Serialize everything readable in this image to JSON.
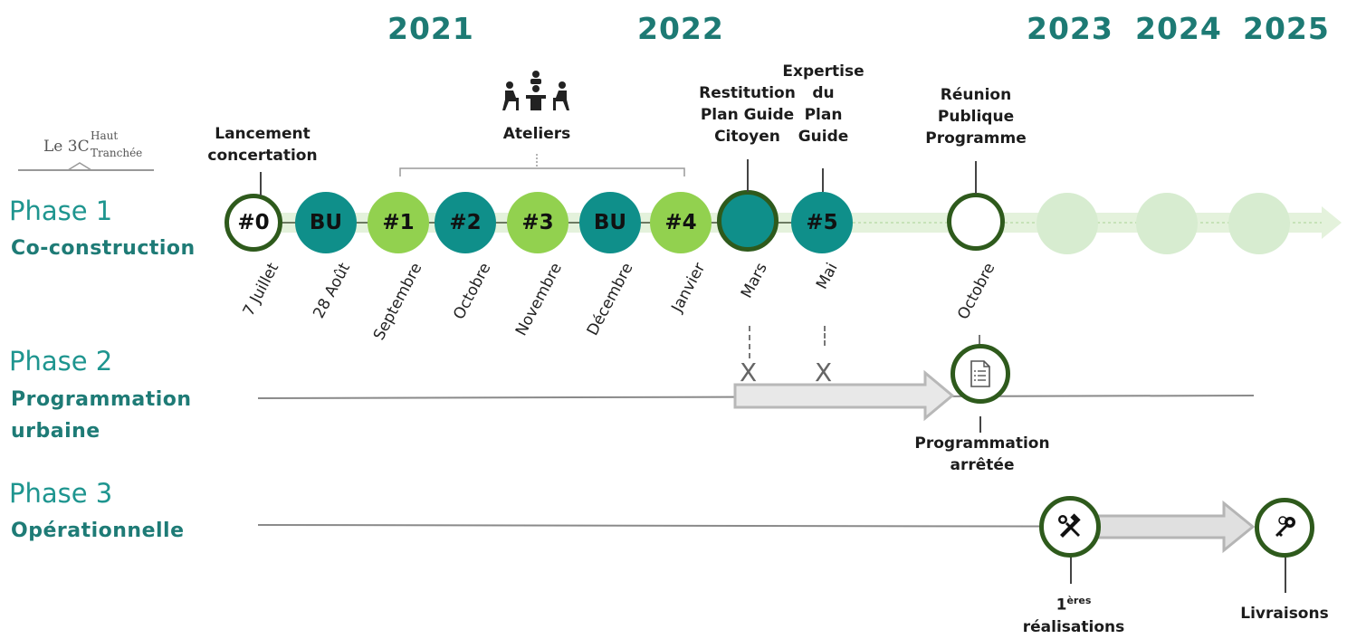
{
  "years": [
    "2021",
    "2022",
    "2023",
    "2024",
    "2025"
  ],
  "logo": {
    "prefix": "Le 3C",
    "top": "Haut",
    "bottom": "Tranchée"
  },
  "phases": [
    {
      "title": "Phase 1",
      "subtitle": "Co-construction"
    },
    {
      "title": "Phase 2",
      "subtitle_line1": "Programmation",
      "subtitle_line2": "urbaine"
    },
    {
      "title": "Phase 3",
      "subtitle": "Opérationnelle"
    }
  ],
  "nodes": [
    "#0",
    "BU",
    "#1",
    "#2",
    "#3",
    "BU",
    "#4",
    "",
    "#5",
    ""
  ],
  "months": [
    "7 Juillet",
    "28 Août",
    "Septembre",
    "Octobre",
    "Novembre",
    "Décembre",
    "Janvier",
    "Mars",
    "Mai",
    "Octobre"
  ],
  "events": {
    "lancement": [
      "Lancement",
      "concertation"
    ],
    "ateliers": "Ateliers",
    "restitution": [
      "Restitution",
      "Plan Guide",
      "Citoyen"
    ],
    "expertise": [
      "Expertise",
      "du",
      "Plan",
      "Guide"
    ],
    "reunion": [
      "Réunion",
      "Publique",
      "Programme"
    ],
    "programmation": [
      "Programmation",
      "arrêtée"
    ],
    "realisations": {
      "number": "1",
      "sup": "ères",
      "word": "réalisations"
    },
    "livraisons": "Livraisons"
  },
  "x_marks": [
    "X",
    "X"
  ],
  "colors": {
    "teal": "#0f8f8a",
    "lime": "#92d14f",
    "dark_green": "#2e5a1c",
    "year": "#1d7a74",
    "faded": "#d7ecd0"
  },
  "icons": [
    "meeting-people-icon",
    "document-checklist-icon",
    "hammer-wrench-icon",
    "keys-icon"
  ]
}
